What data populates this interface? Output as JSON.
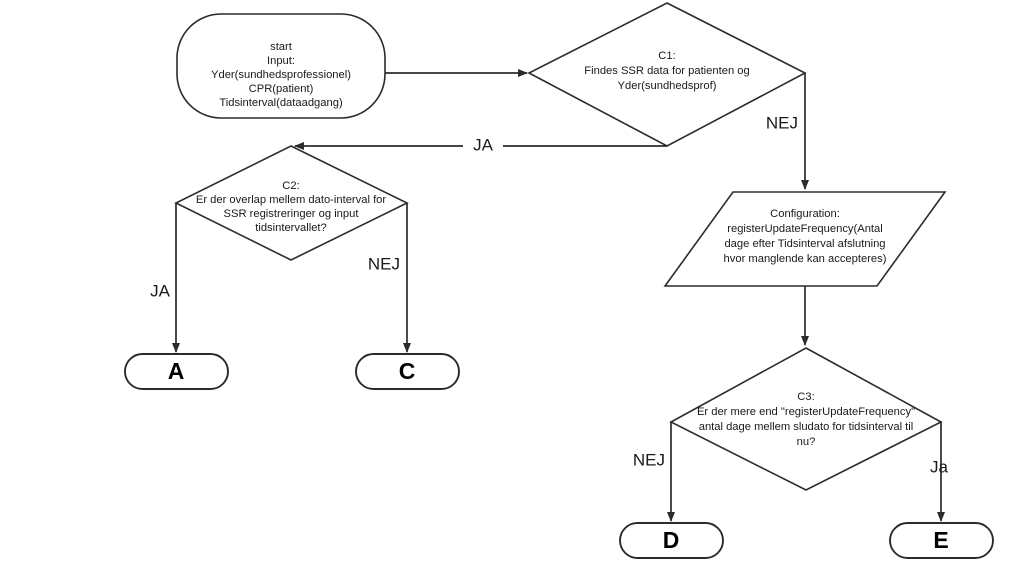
{
  "diagram": {
    "title": "SSR data availability decision flow",
    "background_color": "#ffffff",
    "stroke_color": "#2b2b2b",
    "text_color": "#1a1a1a"
  },
  "nodes": {
    "start": {
      "shape": "rounded-rectangle",
      "lines": [
        "start",
        "Input:",
        "Yder(sundhedsprofessionel)",
        "CPR(patient)",
        "Tidsinterval(dataadgang)"
      ]
    },
    "c1": {
      "shape": "diamond",
      "lines": [
        "C1:",
        "Findes SSR data for patienten og",
        "Yder(sundhedsprof)"
      ]
    },
    "c2": {
      "shape": "diamond",
      "lines": [
        "C2:",
        "Er der overlap mellem dato-interval for",
        "SSR registreringer og input",
        "tidsintervallet?"
      ]
    },
    "configuration": {
      "shape": "parallelogram",
      "lines": [
        "Configuration:",
        "registerUpdateFrequency(Antal",
        "dage efter Tidsinterval afslutning",
        "hvor manglende kan accepteres)"
      ]
    },
    "c3": {
      "shape": "diamond",
      "lines": [
        "C3:",
        "Er der mere end \"registerUpdateFrequency\"",
        "antal dage mellem sludato for tidsinterval til",
        "nu?"
      ]
    },
    "terminal_a": {
      "shape": "stadium",
      "label": "A"
    },
    "terminal_c": {
      "shape": "stadium",
      "label": "C"
    },
    "terminal_d": {
      "shape": "stadium",
      "label": "D"
    },
    "terminal_e": {
      "shape": "stadium",
      "label": "E"
    }
  },
  "edges": [
    {
      "id": "start-to-c1",
      "from": "start",
      "to": "c1",
      "label": ""
    },
    {
      "id": "c1-ja-to-c2",
      "from": "c1",
      "to": "c2",
      "label": "JA"
    },
    {
      "id": "c1-nej-to-config",
      "from": "c1",
      "to": "configuration",
      "label": "NEJ"
    },
    {
      "id": "c2-ja-to-a",
      "from": "c2",
      "to": "terminal_a",
      "label": "JA"
    },
    {
      "id": "c2-nej-to-c",
      "from": "c2",
      "to": "terminal_c",
      "label": "NEJ"
    },
    {
      "id": "config-to-c3",
      "from": "configuration",
      "to": "c3",
      "label": ""
    },
    {
      "id": "c3-nej-to-d",
      "from": "c3",
      "to": "terminal_d",
      "label": "NEJ"
    },
    {
      "id": "c3-ja-to-e",
      "from": "c3",
      "to": "terminal_e",
      "label": "Ja"
    }
  ]
}
